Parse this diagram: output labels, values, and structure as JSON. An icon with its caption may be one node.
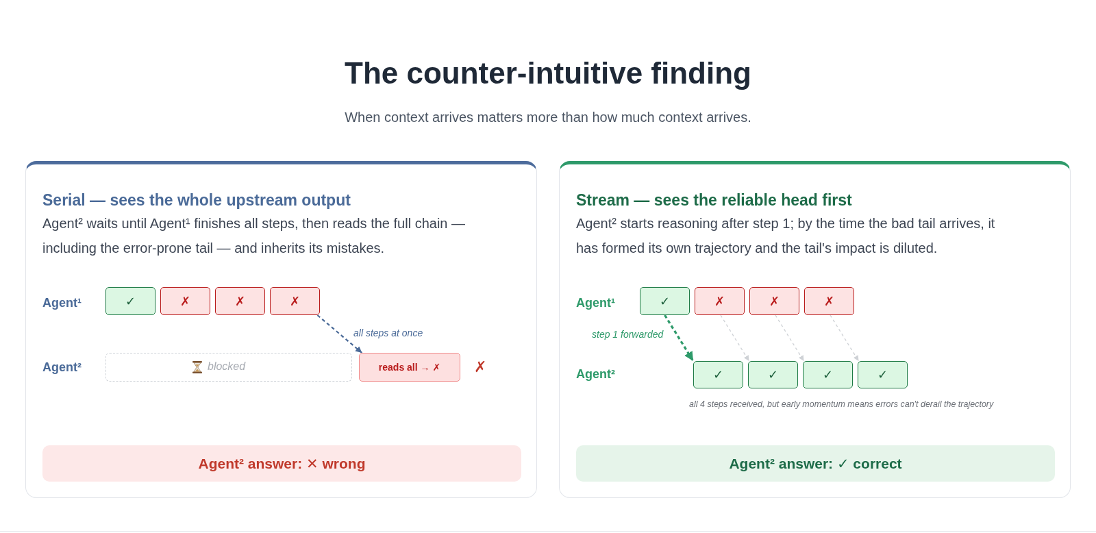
{
  "diagram": {
    "title": "The counter-intuitive finding",
    "nodes": [
      {
        "text": [
          "Serial — sees the whole upstream output",
          "Agent² waits until Agent¹ finishes all steps, then reads the full chain — including the error-prone tail — and inherits its mistakes."
        ]
      },
      {
        "text": [
          "✓"
        ],
        "in": 0
      },
      {
        "text": [
          "✗"
        ],
        "in": 0
      },
      {
        "text": [
          "✗"
        ],
        "in": 0
      },
      {
        "text": [
          "✗"
        ],
        "in": 0
      },
      {
        "text": [
          "blocked"
        ],
        "in": 0
      },
      {
        "text": [
          "reads all → ✗"
        ],
        "in": 0,
        "beside": [
          "✗"
        ]
      },
      {
        "text": [
          "Agent² answer: ✕ wrong"
        ],
        "in": 0
      },
      {
        "text": [
          "Stream — sees the reliable head first",
          "Agent² starts reasoning after step 1; by the time the bad tail arrives, it has formed its own trajectory and the tail's impact is diluted."
        ]
      },
      {
        "text": [
          "✓"
        ],
        "in": 8
      },
      {
        "text": [
          "✗"
        ],
        "in": 8
      },
      {
        "text": [
          "✗"
        ],
        "in": 8
      },
      {
        "text": [
          "✗"
        ],
        "in": 8
      },
      {
        "text": [
          "✓"
        ],
        "in": 8
      },
      {
        "text": [
          "✓"
        ],
        "in": 8
      },
      {
        "text": [
          "✓"
        ],
        "in": 8
      },
      {
        "text": [
          "✓"
        ],
        "in": 8
      },
      {
        "text": [
          "Agent² answer: ✓ correct"
        ],
        "in": 8
      }
    ],
    "edges": [
      {
        "from": 4,
        "to": 6,
        "arrow": "to",
        "label": "all steps at once",
        "style": "dashed",
        "color": "#4a6a98"
      },
      {
        "from": 9,
        "to": 13,
        "arrow": "to",
        "label": "step 1 forwarded",
        "style": "dashed",
        "color": "#2e9a6a"
      },
      {
        "from": 10,
        "to": 14,
        "arrow": "to",
        "style": "dashed"
      },
      {
        "from": 11,
        "to": 15,
        "arrow": "to",
        "style": "dashed"
      },
      {
        "from": 12,
        "to": 16,
        "arrow": "to",
        "style": "dashed"
      }
    ],
    "labels": [
      "When context arrives matters more than how much context arrives.",
      "Agent¹",
      "Agent²",
      "Agent¹",
      "Agent²",
      "all 4 steps received, but early momentum means errors can't derail the trajectory"
    ]
  }
}
